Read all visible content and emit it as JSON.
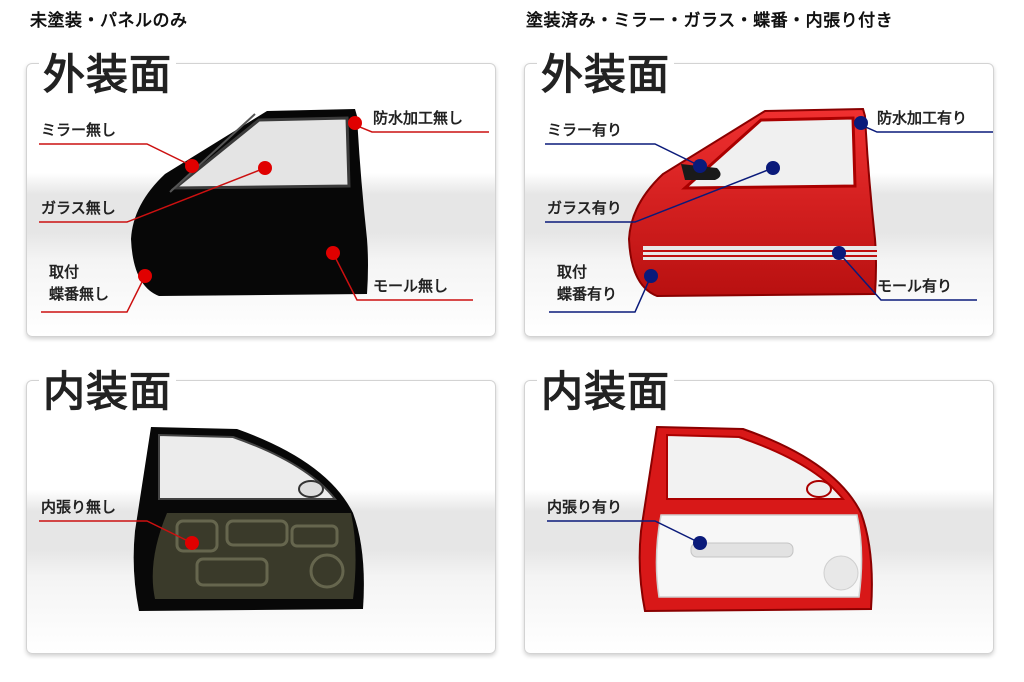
{
  "columns": {
    "left": "未塗装・パネルのみ",
    "right": "塗装済み・ミラー・ガラス・蝶番・内張り付き"
  },
  "panels": {
    "tl": {
      "title": "外装面",
      "mirror": "ミラー無し",
      "waterproof": "防水加工無し",
      "glass": "ガラス無し",
      "hinge1": "取付",
      "hinge2": "蝶番無し",
      "molding": "モール無し"
    },
    "tr": {
      "title": "外装面",
      "mirror": "ミラー有り",
      "waterproof": "防水加工有り",
      "glass": "ガラス有り",
      "hinge1": "取付",
      "hinge2": "蝶番有り",
      "molding": "モール有り"
    },
    "bl": {
      "title": "内装面",
      "trim": "内張り無し"
    },
    "br": {
      "title": "内装面",
      "trim": "内張り有り"
    }
  },
  "colors": {
    "bare_door": "#0a0a0a",
    "painted_door": "#d81818",
    "bare_marker": "#e00000",
    "painted_marker": "#0a1a7a"
  }
}
